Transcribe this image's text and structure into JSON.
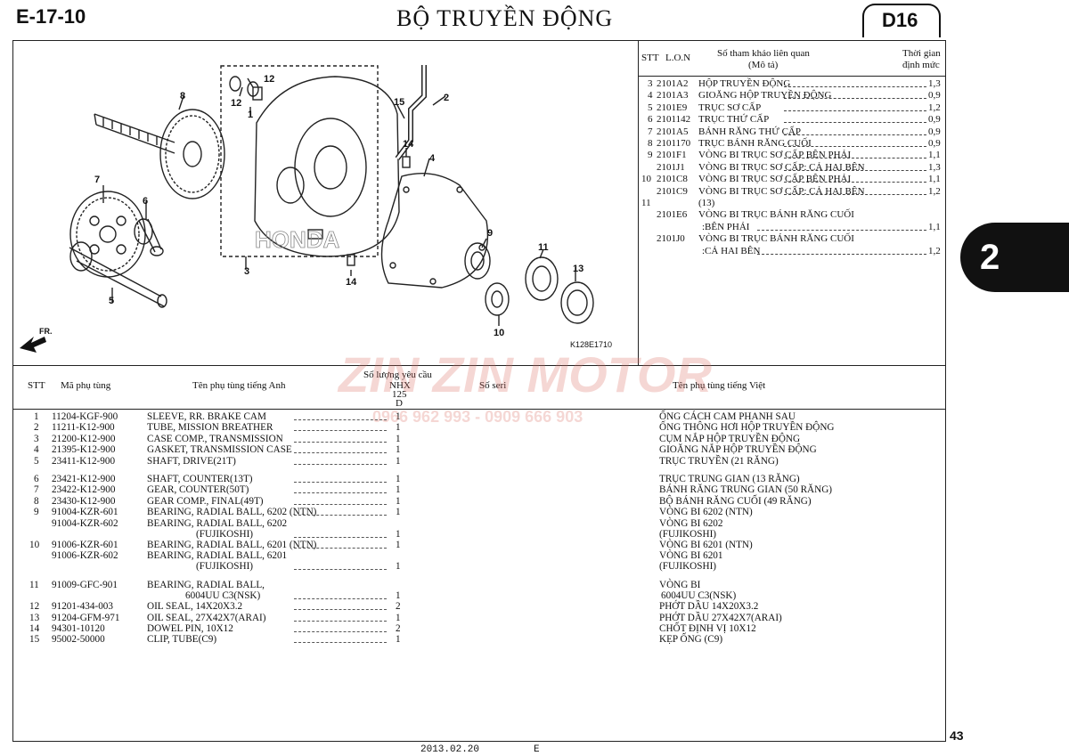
{
  "header": {
    "page_code": "E-17-10",
    "title": "BỘ TRUYỀN ĐỘNG",
    "model_code": "D16"
  },
  "side_tab": "2",
  "footer": {
    "date": "2013.02.20",
    "letter": "E",
    "page_number": "43"
  },
  "diagram": {
    "ref_code": "K128E1710",
    "direction_label": "FR.",
    "brand_watermark": "HONDA",
    "callouts": [
      "8",
      "7",
      "6",
      "5",
      "12",
      "12",
      "1",
      "15",
      "2",
      "14",
      "4",
      "3",
      "14",
      "9",
      "11",
      "13",
      "10"
    ]
  },
  "ref_table": {
    "headers": {
      "stt": "STT",
      "lon": "L.O.N",
      "ref": "Số tham khảo liên quan",
      "ref_sub": "(Mô tả)",
      "time": "Thời gian",
      "time_sub": "định mức"
    },
    "rows": [
      {
        "stt": "3",
        "code": "2101A2",
        "desc": "HỘP TRUYỀN ĐỘNG",
        "time": "1,3"
      },
      {
        "stt": "4",
        "code": "2101A3",
        "desc": "GIOĂNG HỘP TRUYỀN ĐỘNG",
        "time": "0,9"
      },
      {
        "stt": "5",
        "code": "2101E9",
        "desc": "TRỤC SƠ CẤP",
        "time": "1,2"
      },
      {
        "stt": "6",
        "code": "2101142",
        "desc": "TRỤC THỨ CẤP",
        "time": "0,9"
      },
      {
        "stt": "7",
        "code": "2101A5",
        "desc": "BÁNH RĂNG THỨ CẤP",
        "time": "0,9"
      },
      {
        "stt": "8",
        "code": "2101170",
        "desc": "TRỤC BÁNH RĂNG CUỐI",
        "time": "0,9"
      },
      {
        "stt": "9",
        "code": "2101F1",
        "desc": "VÒNG BI TRỤC SƠ CẤP BÊN PHẢI",
        "time": "1,1"
      },
      {
        "stt": "",
        "code": "2101J1",
        "desc": "VÒNG BI TRỤC SƠ CẤP: CẢ HAI BÊN",
        "time": "1,3"
      },
      {
        "stt": "10",
        "code": "2101C8",
        "desc": "VÒNG BI TRỤC SƠ CẤP BÊN PHẢI",
        "time": "1,1"
      },
      {
        "stt": "",
        "code": "2101C9",
        "desc": "VÒNG BI TRỤC SƠ CẤP: CẢ HAI BÊN",
        "time": "1,2"
      },
      {
        "stt": "11",
        "code": "",
        "desc": "(13)",
        "time": ""
      },
      {
        "stt": "",
        "code": "2101E6",
        "desc": "VÒNG BI TRỤC BÁNH RĂNG CUỐI",
        "desc2": ":BÊN PHẢI",
        "time": "1,1"
      },
      {
        "stt": "",
        "code": "2101J0",
        "desc": "VÒNG BI TRỤC BÁNH RĂNG CUỐI",
        "desc2": ":CẢ HAI BÊN",
        "time": "1,2"
      }
    ]
  },
  "parts_table": {
    "headers": {
      "stt": "STT",
      "part_no": "Mã phụ tùng",
      "name_en": "Tên phụ tùng tiếng Anh",
      "qty": "Số lượng yêu cầu",
      "model": "NHX",
      "model2": "125",
      "model3": "D",
      "serial": "Số seri",
      "name_vi": "Tên phụ tùng tiếng Việt"
    },
    "rows": [
      {
        "stt": "1",
        "part": "11204-KGF-900",
        "en": "SLEEVE, RR. BRAKE CAM",
        "qty": "1",
        "vi": "ỐNG CÁCH CAM PHANH SAU"
      },
      {
        "stt": "2",
        "part": "11211-K12-900",
        "en": "TUBE, MISSION BREATHER",
        "qty": "1",
        "vi": "ỐNG THÔNG HƠI HỘP TRUYỀN ĐỘNG"
      },
      {
        "stt": "3",
        "part": "21200-K12-900",
        "en": "CASE COMP., TRANSMISSION",
        "qty": "1",
        "vi": "CỤM NẮP HỘP TRUYỀN ĐỘNG"
      },
      {
        "stt": "4",
        "part": "21395-K12-900",
        "en": "GASKET, TRANSMISSION CASE",
        "qty": "1",
        "vi": "GIOĂNG NẮP HỘP TRUYỀN ĐỘNG"
      },
      {
        "stt": "5",
        "part": "23411-K12-900",
        "en": "SHAFT, DRIVE(21T)",
        "qty": "1",
        "vi": "TRỤC TRUYỀN (21 RĂNG)"
      },
      {
        "stt": "6",
        "part": "23421-K12-900",
        "en": "SHAFT, COUNTER(13T)",
        "qty": "1",
        "vi": "TRỤC TRUNG GIAN (13 RĂNG)"
      },
      {
        "stt": "7",
        "part": "23422-K12-900",
        "en": "GEAR, COUNTER(50T)",
        "qty": "1",
        "vi": "BÁNH RĂNG TRUNG GIAN (50 RĂNG)"
      },
      {
        "stt": "8",
        "part": "23430-K12-900",
        "en": "GEAR COMP., FINAL(49T)",
        "qty": "1",
        "vi": "BỘ BÁNH RĂNG CUỐI (49 RĂNG)"
      },
      {
        "stt": "9",
        "part": "91004-KZR-601",
        "en": "BEARING, RADIAL BALL, 6202 (NTN)",
        "qty": "1",
        "vi": "VÒNG BI 6202  (NTN)"
      },
      {
        "stt": "",
        "part": "91004-KZR-602",
        "en": "BEARING, RADIAL BALL, 6202",
        "en2": "(FUJIKOSHI)",
        "qty": "1",
        "vi": "VÒNG BI 6202",
        "vi2": "(FUJIKOSHI)"
      },
      {
        "stt": "10",
        "part": "91006-KZR-601",
        "en": "BEARING, RADIAL BALL, 6201 (NTN)",
        "qty": "1",
        "vi": "VÒNG BI 6201 (NTN)"
      },
      {
        "stt": "",
        "part": "91006-KZR-602",
        "en": "BEARING, RADIAL BALL, 6201",
        "en2": "(FUJIKOSHI)",
        "qty": "1",
        "vi": "VÒNG BI 6201",
        "vi2": "(FUJIKOSHI)"
      },
      {
        "stt": "11",
        "part": "91009-GFC-901",
        "en": "BEARING, RADIAL BALL,",
        "en2": "6004UU  C3(NSK)",
        "qty": "1",
        "vi": "VÒNG BI",
        "vi2": "6004UU  C3(NSK)"
      },
      {
        "stt": "12",
        "part": "91201-434-003",
        "en": "OIL SEAL, 14X20X3.2",
        "qty": "2",
        "vi": "PHỚT DẦU 14X20X3.2"
      },
      {
        "stt": "13",
        "part": "91204-GFM-971",
        "en": "OIL SEAL, 27X42X7(ARAI)",
        "qty": "1",
        "vi": "PHỚT DẦU 27X42X7(ARAI)"
      },
      {
        "stt": "14",
        "part": "94301-10120",
        "en": "DOWEL PIN, 10X12",
        "qty": "2",
        "vi": "CHỐT ĐỊNH VỊ 10X12"
      },
      {
        "stt": "15",
        "part": "95002-50000",
        "en": "CLIP, TUBE(C9)",
        "qty": "1",
        "vi": "KẸP ỐNG (C9)"
      }
    ]
  },
  "watermark": {
    "brand": "ZIN ZIN MOTOR",
    "phone": "0966 962 993 - 0909 666 903"
  }
}
